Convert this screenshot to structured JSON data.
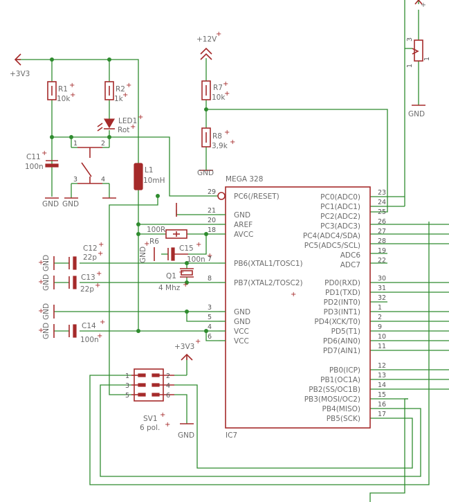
{
  "power": {
    "v33_top": "+3V3",
    "v12": "+12V",
    "v33_mid": "+3V3"
  },
  "ic": {
    "name": "MEGA 328",
    "ref": "IC7",
    "left_pins": [
      {
        "num": "29",
        "label": "PC6(/RESET)"
      },
      {
        "num": "21",
        "label": "GND"
      },
      {
        "num": "20",
        "label": "AREF"
      },
      {
        "num": "18",
        "label": "AVCC"
      },
      {
        "num": "7",
        "label": "PB6(XTAL1/TOSC1)"
      },
      {
        "num": "8",
        "label": "PB7(XTAL2/TOSC2)"
      },
      {
        "num": "3",
        "label": "GND"
      },
      {
        "num": "5",
        "label": "GND"
      },
      {
        "num": "4",
        "label": "VCC"
      },
      {
        "num": "6",
        "label": "VCC"
      }
    ],
    "right_pins": [
      {
        "num": "23",
        "label": "PC0(ADC0)"
      },
      {
        "num": "24",
        "label": "PC1(ADC1)"
      },
      {
        "num": "25",
        "label": "PC2(ADC2)"
      },
      {
        "num": "26",
        "label": "PC3(ADC3)"
      },
      {
        "num": "27",
        "label": "PC4(ADC4/SDA)"
      },
      {
        "num": "28",
        "label": "PC5(ADC5/SCL)"
      },
      {
        "num": "19",
        "label": "ADC6"
      },
      {
        "num": "22",
        "label": "ADC7"
      },
      {
        "num": "30",
        "label": "PD0(RXD)"
      },
      {
        "num": "31",
        "label": "PD1(TXD)"
      },
      {
        "num": "32",
        "label": "PD2(INT0)"
      },
      {
        "num": "1",
        "label": "PD3(INT1)"
      },
      {
        "num": "2",
        "label": "PD4(XCK/T0)"
      },
      {
        "num": "9",
        "label": "PD5(T1)"
      },
      {
        "num": "10",
        "label": "PD6(AIN0)"
      },
      {
        "num": "11",
        "label": "PD7(AIN1)"
      },
      {
        "num": "12",
        "label": "PB0(ICP)"
      },
      {
        "num": "13",
        "label": "PB1(OC1A)"
      },
      {
        "num": "14",
        "label": "PB2(SS/OC1B)"
      },
      {
        "num": "15",
        "label": "PB3(MOSI/OC2)"
      },
      {
        "num": "16",
        "label": "PB4(MISO)"
      },
      {
        "num": "17",
        "label": "PB5(SCK)"
      }
    ]
  },
  "parts": {
    "r1": {
      "name": "R1",
      "value": "10k"
    },
    "r2": {
      "name": "R2",
      "value": "1k"
    },
    "led1": {
      "name": "LED1",
      "value": "Rot"
    },
    "c11": {
      "name": "C11",
      "value": "100n"
    },
    "r7": {
      "name": "R7",
      "value": "10k"
    },
    "r8": {
      "name": "R8",
      "value": "3,9k"
    },
    "l1": {
      "name": "L1",
      "value": "10mH"
    },
    "r6": {
      "name": "R6",
      "value": "100R"
    },
    "c15": {
      "name": "C15",
      "value": "100n"
    },
    "c12": {
      "name": "C12",
      "value": "22p"
    },
    "c13": {
      "name": "C13",
      "value": "22p"
    },
    "q1": {
      "name": "Q1",
      "value": "4 Mhz"
    },
    "c14": {
      "name": "C14",
      "value": "100n"
    },
    "sv1": {
      "name": "SV1",
      "value": "6 pol."
    },
    "pot": {
      "pin_top": "3",
      "pin_bottom": "1",
      "pin_side": "1"
    }
  },
  "switch_pins": [
    "1",
    "2",
    "3",
    "4"
  ],
  "sv_pins": [
    "1",
    "2",
    "3",
    "4",
    "5",
    "6"
  ],
  "gnd": "GND",
  "plus": "+"
}
